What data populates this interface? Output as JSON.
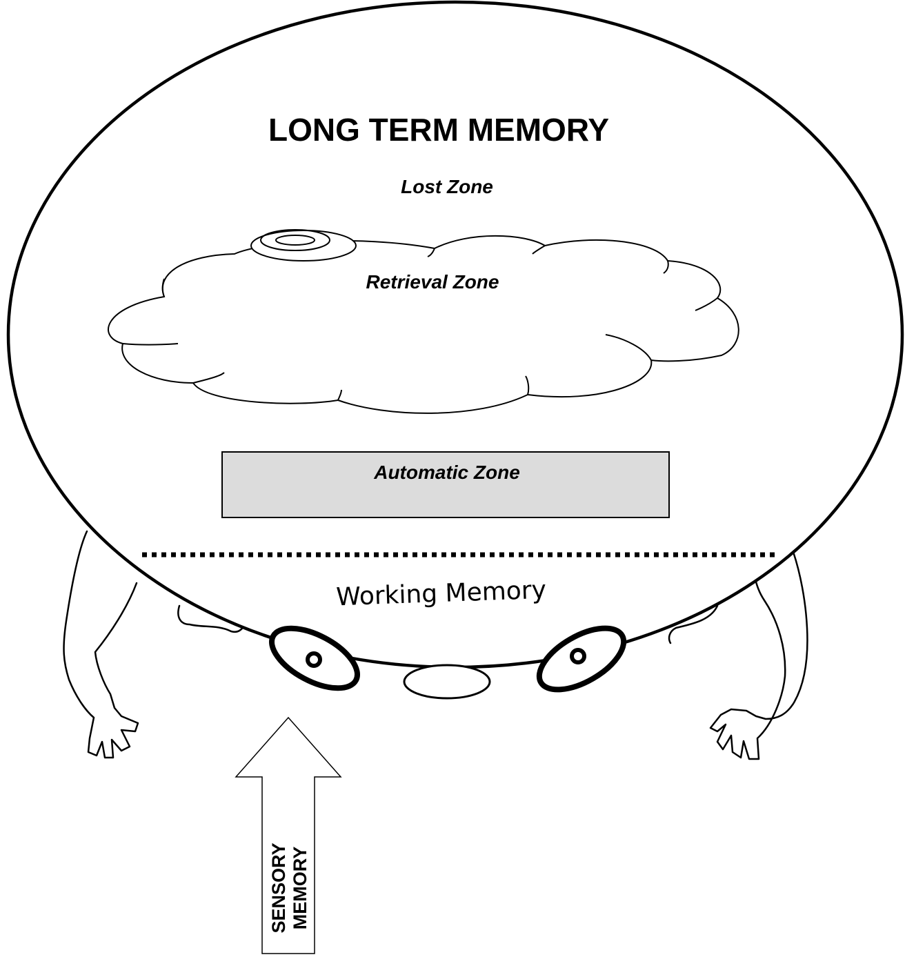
{
  "diagram": {
    "title": "LONG TERM MEMORY",
    "zones": {
      "lost": "Lost Zone",
      "retrieval": "Retrieval Zone",
      "automatic": "Automatic Zone"
    },
    "working_memory": "Working Memory",
    "sensory_memory": {
      "line1": "SENSORY",
      "line2": "MEMORY"
    },
    "colors": {
      "automatic_zone_fill": "#dcdcdc",
      "outline": "#000000",
      "background": "#ffffff"
    }
  }
}
